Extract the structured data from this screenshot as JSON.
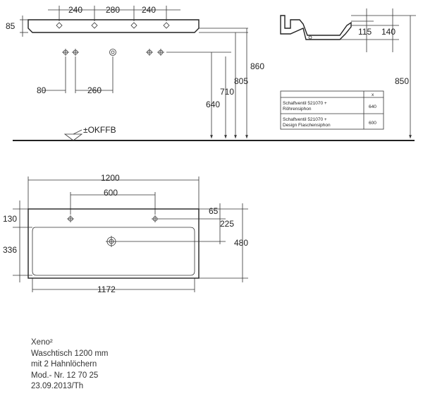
{
  "front_view": {
    "top_dims": [
      "240",
      "280",
      "240"
    ],
    "left_dim": "85",
    "bottom_dims": [
      "80",
      "260"
    ],
    "vertical_dims": [
      "640",
      "710",
      "805",
      "860"
    ],
    "floor_label": "±OKFFB"
  },
  "side_view": {
    "dims": [
      "115",
      "140"
    ],
    "height_dim": "850"
  },
  "table": {
    "header_x": "x",
    "rows": [
      {
        "line1": "Schaftventil 521070 +",
        "line2": "Röhrensiphon",
        "value": "640"
      },
      {
        "line1": "Schaftventil 521070 +",
        "line2": "Design Flaschensiphon",
        "value": "600"
      }
    ]
  },
  "top_view": {
    "width_dim": "1200",
    "hole_spacing": "600",
    "left_dims": [
      "130",
      "336"
    ],
    "right_dims": [
      "65",
      "225",
      "480"
    ],
    "bottom_dim": "1172"
  },
  "caption": {
    "name": "Xeno²",
    "line1": "Waschtisch 1200 mm",
    "line2": "mit 2 Hahnlöchern",
    "line3": "Mod.- Nr. 12 70 25",
    "line4": "23.09.2013/Th"
  }
}
